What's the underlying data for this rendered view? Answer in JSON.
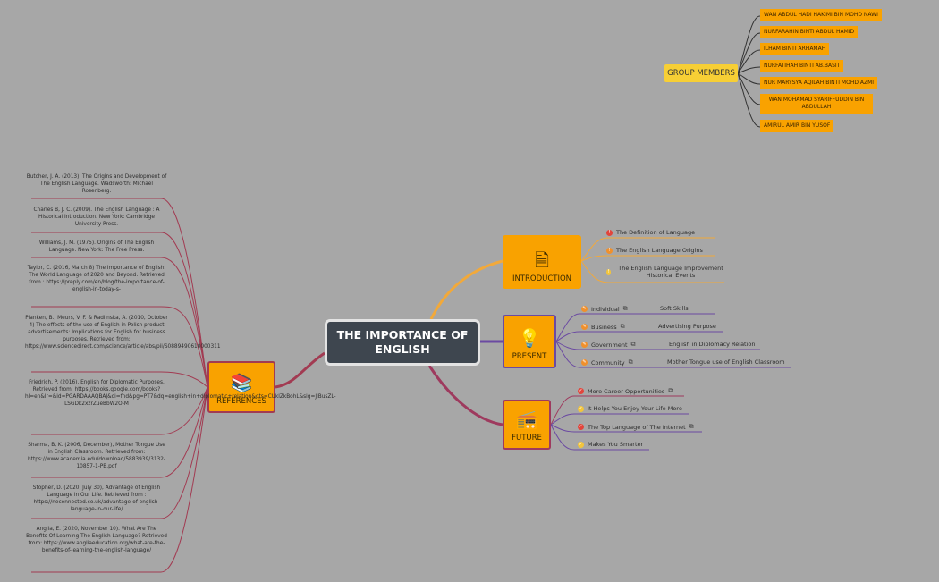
{
  "central": {
    "title": "THE IMPORTANCE OF ENGLISH"
  },
  "introduction": {
    "label": "INTRODUCTION",
    "items": [
      "The Definition of Language",
      "The English Language Origins",
      "The English Language Improvement Historical Events"
    ]
  },
  "present": {
    "label": "PRESENT",
    "items": [
      {
        "label": "Individual",
        "sub": "Soft Skills"
      },
      {
        "label": "Business",
        "sub": "Advertising Purpose"
      },
      {
        "label": "Government",
        "sub": "English in Diplomacy Relation"
      },
      {
        "label": "Community",
        "sub": "Mother Tongue use of English Classroom"
      }
    ]
  },
  "future": {
    "label": "FUTURE",
    "items": [
      "More Career Opportunities",
      "It Helps You Enjoy Your Life More",
      "The Top Language of The Internet",
      "Makes You Smarter"
    ]
  },
  "references": {
    "label": "REFERENCES",
    "items": [
      "Butcher, J. A. (2013). The Origins and Development of The English Language. Wadsworth: Michael Rosenberg.",
      "Charles B, J. C. (2009). The English Language : A Historical Introduction. New York: Cambridge University Press.",
      "Williams, J. M. (1975). Origins of The English Language. New York: The Free Press.",
      "Taylor, C. (2016, March 8) The Importance of English: The World Language of 2020 and Beyond. Retrieved from : https://preply.com/en/blog/the-importance-of-english-in-today-s-",
      "Planken, B., Meurs, V. F. & Radlinska, A. (2010, October 4) The effects of the use of English in Polish product advertisements: Implications for English for business purposes. Retrieved from: https://www.sciencedirect.com/science/article/abs/pii/S0889490610000311",
      "Friedrich, P. (2016). English for Diplomatic Purposes. Retrieved from: https://books.google.com/books?hl=en&lr=&id=PGARDAAAQBAJ&oi=fnd&pg=PT7&dq=english+in+diplomatic+relation&ots=CUklZkBohL&sig=JIBusZL-LSGDk2xzrZueBbW2O-M",
      "Sharma, B, K. (2006, December), Mother Tongue Use in English Classroom. Retrieved from: https://www.academia.edu/download/5883939/3132-10857-1-PB.pdf",
      "Stopher, D. (2020, July 30), Advantage of English Language in Our Life. Retrieved from : https://neconnected.co.uk/advantage-of-english-language-in-our-life/",
      "Anglia, E. (2020, November 10). What Are The Benefits Of Learning The English Language? Retrieved from: https://www.angliaeducation.org/what-are-the-benefits-of-learning-the-english-language/"
    ]
  },
  "group": {
    "label": "GROUP MEMBERS",
    "members": [
      "WAN ABDUL HADI HAKIMI BIN MOHD NAWI",
      "NURFARAHIN BINTI ABDUL HAMID",
      "ILHAM BINTI ARHAMAH",
      "NURFATIHAH BINTI AB.BASIT",
      "NUR MARYSYA AQILAH BINTI MOHD AZMI",
      "WAN MOHAMAD SYARIFFUDDIN BIN ABDULLAH",
      "AMIRUL AMIR BIN YUSOF"
    ]
  },
  "colors": {
    "orange": "#f9a200",
    "central": "#3e464f",
    "intro_line": "#f2a93a",
    "present_line": "#6b4aa2",
    "future_line": "#9e3a5e",
    "refs_line": "#a23b52",
    "background": "#a7a7a7"
  }
}
